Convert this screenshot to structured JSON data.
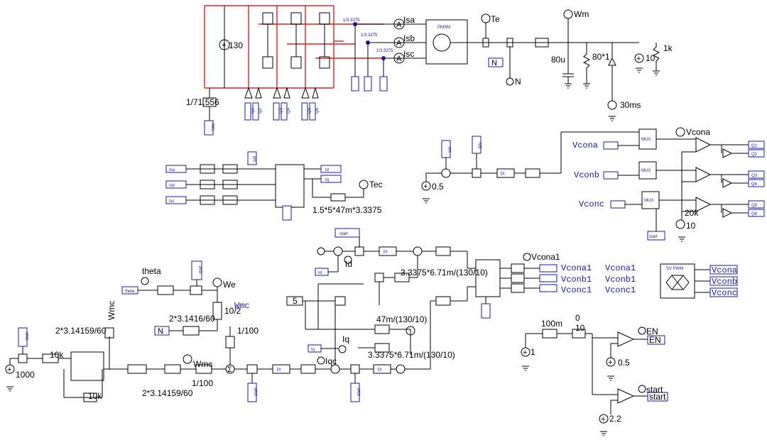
{
  "power_stage": {
    "dc_source": "130",
    "vdc_gain": "1/71.556",
    "vdc_label": "Vdc",
    "sense_gain_a": "1/3.3375",
    "sense_gain_b": "1/3.3375",
    "sense_gain_c": "1/3.3375",
    "isa": "Isa",
    "isb": "Isb",
    "isc": "Isc",
    "te": "Te",
    "pmsm": "PMSM",
    "wm": "Wm",
    "n_label": "N",
    "cap": "80u",
    "res": "80*1",
    "src10": "10",
    "r1k": "1k",
    "step": "30ms",
    "gate_labels": [
      "Q1",
      "Q2",
      "Q3",
      "Q4",
      "Q5",
      "Q6"
    ]
  },
  "abc_dq": {
    "in_a": "Isa",
    "in_b": "Isb",
    "in_c": "Isc",
    "sat": "sat",
    "out_d": "Id",
    "out_q": "Iq",
    "theta_in": "theta",
    "tec": "Tec",
    "torque_gain": "1.5*5*47m*3.3375"
  },
  "enable_pi": {
    "sat": "sat",
    "en": "EN",
    "ref": "0.5",
    "pi": "PI"
  },
  "pwm_top": {
    "vcona": "Vcona",
    "vconb": "Vconb",
    "vconc": "Vconc",
    "vcona_probe": "Vcona",
    "mux": "MUX",
    "carrier": "20k",
    "carrier_amp": "10",
    "start": "start",
    "outs": [
      "Q1",
      "Q2",
      "Q3",
      "Q4",
      "Q5",
      "Q6"
    ]
  },
  "speed_loop": {
    "start1": "start",
    "ref": "1000",
    "conv_gain": "2*3.14159/60",
    "lim_a": "10k",
    "lim_b": "10k",
    "wmc_vert": "Wmc",
    "wmc_probe": "Wmc",
    "conv_gain2": "2*3.14159/60",
    "gain_100": "1/100",
    "gain_100b": "1/100",
    "start2": "start",
    "pi": "PI"
  },
  "theta_block": {
    "theta": "theta",
    "theta_box": "theta",
    "start": "start",
    "we": "We",
    "n": "N",
    "gain_pole": "10/2",
    "gain_rpm": "2*3.1416/60"
  },
  "current_loop": {
    "start": "start",
    "id_probe": "Id",
    "iq_probe": "Iq",
    "iqc": "Iqc",
    "id_in": "Id",
    "iq_in": "Iq",
    "wmc": "Wmc",
    "k_dec1": "3.3375*6.71m/(130/10)",
    "k_dec2": "47m/(130/10)",
    "k_dec3": "3.3375*6.71m/(130/10)",
    "start2": "start",
    "vcona1": "Vcona1",
    "pi": "PI",
    "five": "5"
  },
  "svpwm": {
    "in": [
      "Vcona1",
      "Vconb1",
      "Vconc1"
    ],
    "title": "SV PWM",
    "out": [
      "Vcona",
      "Vconb",
      "Vconc"
    ]
  },
  "vcon_labels": {
    "a": "Vcona1",
    "b": "Vconb1",
    "c": "Vconc1"
  },
  "startup": {
    "src": "1",
    "tc": "100m",
    "lim_lo": "0",
    "lim_hi": "10",
    "en": "EN",
    "en_probe": "EN",
    "ref1": "0.5",
    "ref2": "2.2",
    "start": "start",
    "start_probe": "start"
  }
}
